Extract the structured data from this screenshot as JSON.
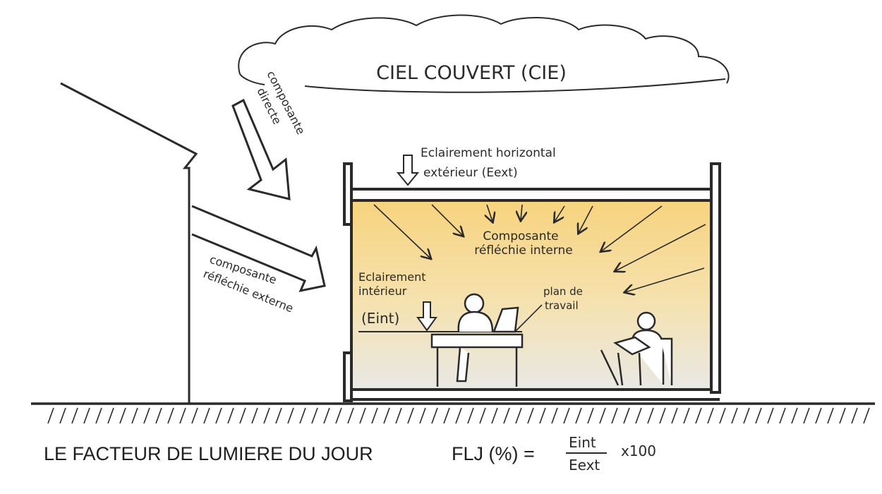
{
  "diagram": {
    "sky_label": "CIEL COUVERT (CIE)",
    "direct_component_lines": [
      "composante",
      "directe"
    ],
    "external_component_lines": [
      "composante",
      "réfléchie externe"
    ],
    "exterior_illuminance_lines": [
      "Eclairement horizontal",
      "extérieur (Eext)"
    ],
    "internal_component_lines": [
      "Composante",
      "réfléchie interne"
    ],
    "interior_illuminance_lines": [
      "Eclairement",
      "intérieur",
      "(Eint)"
    ],
    "work_plane_lines": [
      "plan de",
      "travail"
    ],
    "caption": "LE FACTEUR DE LUMIERE DU JOUR",
    "formula": {
      "lhs": "FLJ (%) =",
      "numerator": "Eint",
      "denominator": "Eext",
      "multiplier": "x100"
    }
  },
  "colors": {
    "ink": "#222222",
    "room_light_top": "#f6d78a",
    "room_light_bottom": "#ece9df"
  }
}
